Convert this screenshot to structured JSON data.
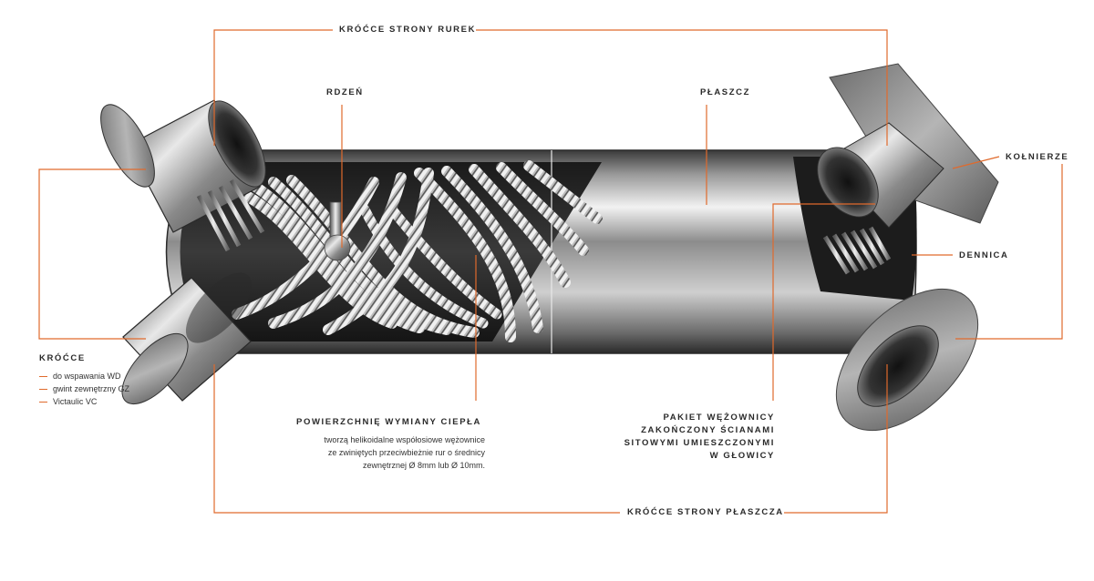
{
  "colors": {
    "leader": "#e06a2c",
    "text": "#2a2a2a"
  },
  "labels": {
    "krocce_strony_rurek": "KRÓĆCE STRONY RUREK",
    "rdzen": "RDZEŃ",
    "plaszcz": "PŁASZCZ",
    "kolnierze": "KOŁNIERZE",
    "dennica": "DENNICA",
    "krocce": "KRÓĆCE",
    "krocce_strony_plaszcza": "KRÓĆCE STRONY PŁASZCZA"
  },
  "krocce_list": [
    "do wspawania WD",
    "gwint zewnętrzny GZ",
    "Victaulic VC"
  ],
  "powierzchnie": {
    "title": "POWIERZCHNIĘ WYMIANY CIEPŁA",
    "lines": [
      "tworzą helikoidalne współosiowe wężownice",
      "ze zwiniętych przeciwbieżnie rur o średnicy",
      "zewnętrznej Ø 8mm lub Ø 10mm."
    ]
  },
  "pakiet": {
    "lines": [
      "PAKIET WĘŻOWNICY",
      "ZAKOŃCZONY ŚCIANAMI",
      "SITOWYMI UMIESZCZONYMI",
      "W GŁOWICY"
    ]
  }
}
